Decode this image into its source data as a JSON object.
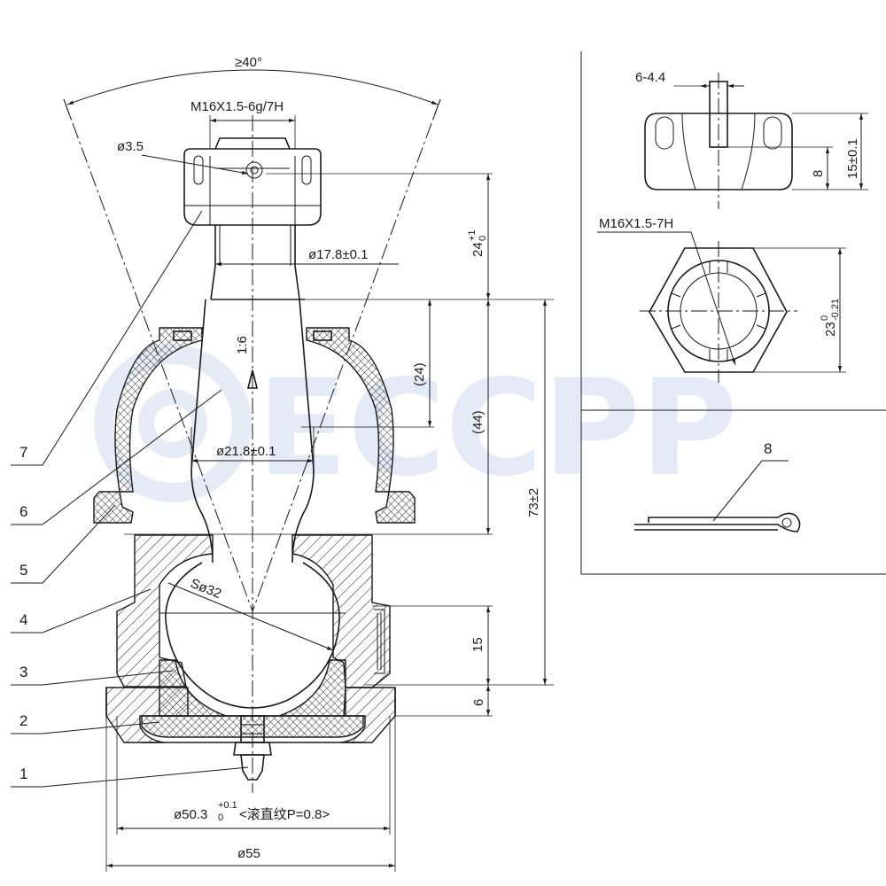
{
  "watermark": "ECCPP",
  "dims": {
    "angle": "≥40°",
    "thread_stud": "M16X1.5-6g/7H",
    "hole": "ø3.5",
    "dia_178": "ø17.8±0.1",
    "taper": "1:6",
    "dia_218": "ø21.8±0.1",
    "sphere": "Sø32",
    "d24_base": "24",
    "d24_sup": "+1",
    "d24_sub": "0",
    "d24_paren": "(24)",
    "d44": "(44)",
    "d73": "73±2",
    "d15": "15",
    "d6": "6",
    "dia_503_main": "ø50.3",
    "dia_503_sup": "+0.1",
    "dia_503_sub": "0",
    "dia_503_note": "<滚直纹P=0.8>",
    "dia_55": "ø55"
  },
  "detail": {
    "slot": "6-4.4",
    "h15": "15±0.1",
    "h8": "8",
    "thread_nut": "M16X1.5-7H",
    "w23_base": "23",
    "w23_sup": "0",
    "w23_sub": "-0.21",
    "pin_label": "8"
  },
  "callouts": [
    "7",
    "6",
    "5",
    "4",
    "3",
    "2",
    "1"
  ]
}
